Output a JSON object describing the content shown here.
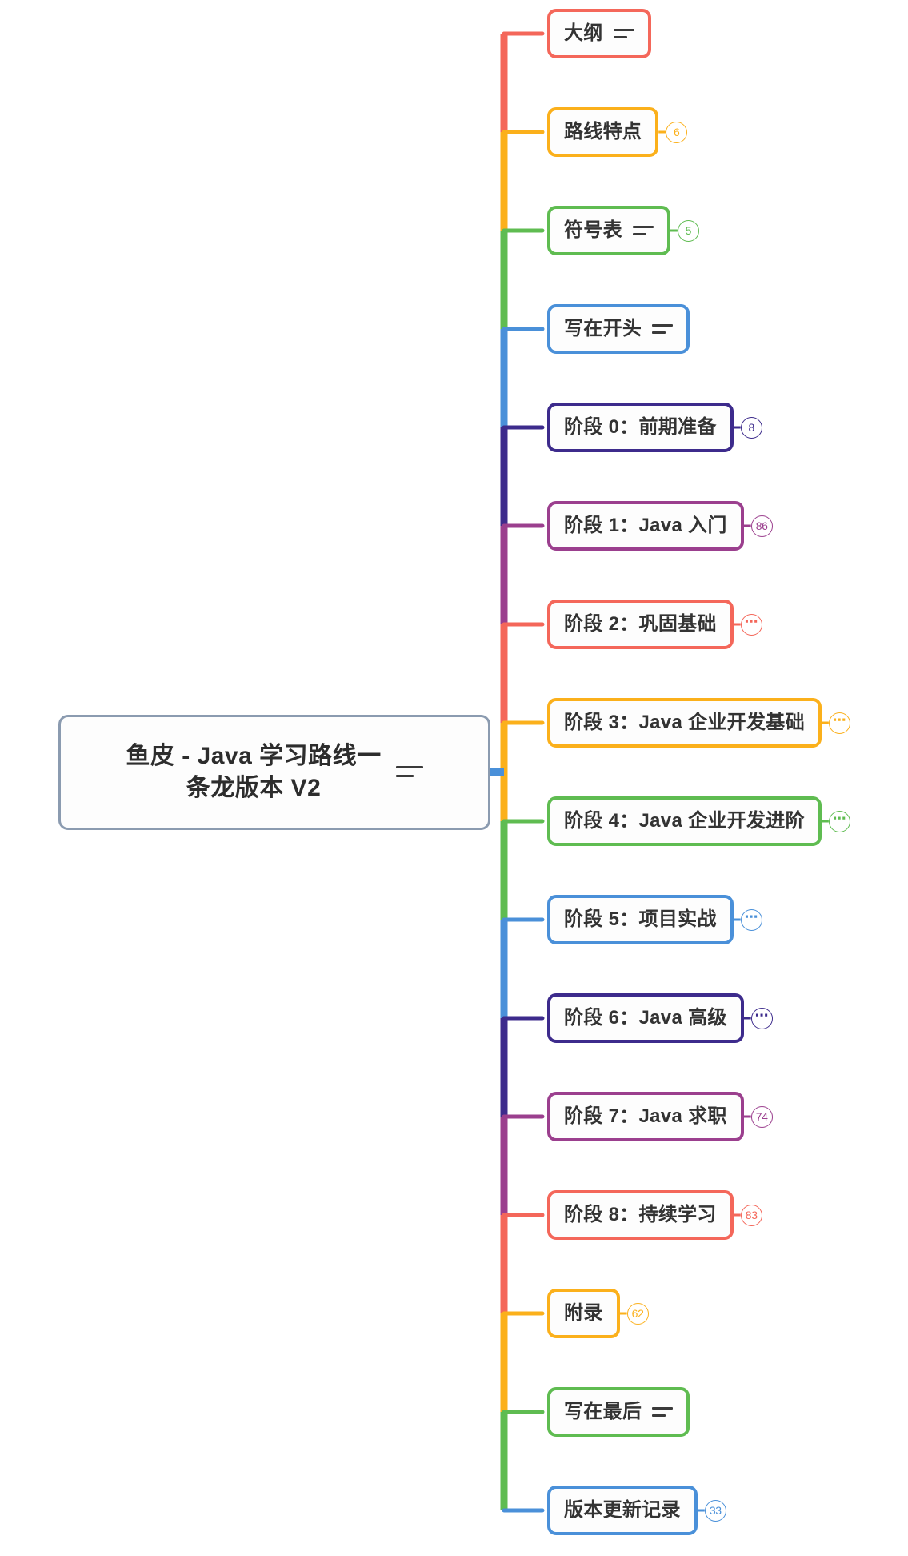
{
  "document": {
    "title": "鱼皮 - Java 学习路线一条龙版本 V2",
    "type": "mindmap",
    "background_color": "#FFFFFF"
  },
  "root": {
    "label": "鱼皮 - Java 学习路线一\n条龙版本 V2",
    "border_color": "#8B9BB0",
    "has_note_icon": true,
    "note_icon_name": "note-lines-icon"
  },
  "palette": {
    "red": "#F4675A",
    "amber": "#FBB01B",
    "green": "#5FBC51",
    "blue": "#4A90D9",
    "indigo": "#3D2B8C",
    "purple": "#9B3F8E",
    "text": "#333333",
    "root_border": "#8B9BB0"
  },
  "nodes": [
    {
      "label": "大纲",
      "color": "#F4675A",
      "badge": null,
      "note": true
    },
    {
      "label": "路线特点",
      "color": "#FBB01B",
      "badge": "6",
      "note": false
    },
    {
      "label": "符号表",
      "color": "#5FBC51",
      "badge": "5",
      "note": true
    },
    {
      "label": "写在开头",
      "color": "#4A90D9",
      "badge": null,
      "note": true
    },
    {
      "label": "阶段 0：前期准备",
      "color": "#3D2B8C",
      "badge": "8",
      "note": false
    },
    {
      "label": "阶段 1：Java 入门",
      "color": "#9B3F8E",
      "badge": "86",
      "note": false
    },
    {
      "label": "阶段 2：巩固基础",
      "color": "#F4675A",
      "badge": "⋯",
      "note": false
    },
    {
      "label": "阶段 3：Java 企业开发基础",
      "color": "#FBB01B",
      "badge": "⋯",
      "note": false
    },
    {
      "label": "阶段 4：Java 企业开发进阶",
      "color": "#5FBC51",
      "badge": "⋯",
      "note": false
    },
    {
      "label": "阶段 5：项目实战",
      "color": "#4A90D9",
      "badge": "⋯",
      "note": false
    },
    {
      "label": "阶段 6：Java 高级",
      "color": "#3D2B8C",
      "badge": "⋯",
      "note": false
    },
    {
      "label": "阶段 7：Java 求职",
      "color": "#9B3F8E",
      "badge": "74",
      "note": false
    },
    {
      "label": "阶段 8：持续学习",
      "color": "#F4675A",
      "badge": "83",
      "note": false
    },
    {
      "label": "附录",
      "color": "#FBB01B",
      "badge": "62",
      "note": false
    },
    {
      "label": "写在最后",
      "color": "#5FBC51",
      "badge": null,
      "note": true
    },
    {
      "label": "版本更新记录",
      "color": "#4A90D9",
      "badge": "33",
      "note": false
    }
  ]
}
